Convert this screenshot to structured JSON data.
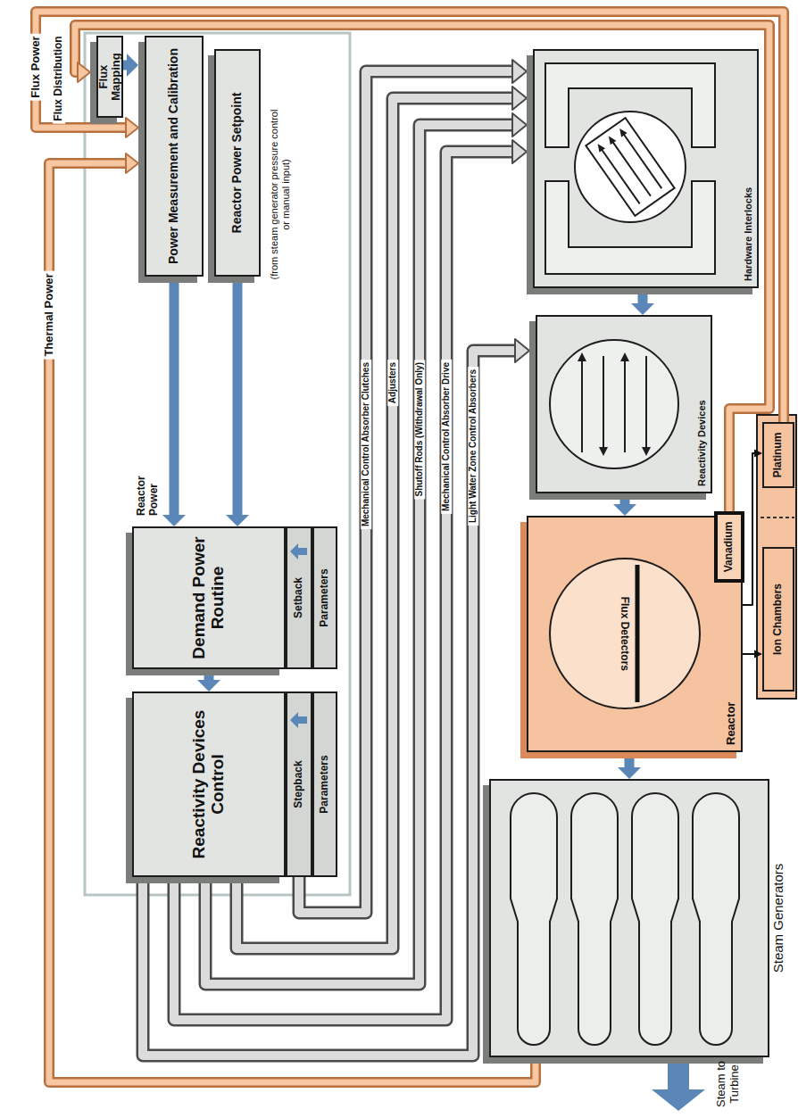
{
  "diagram": {
    "nodes": [
      {
        "text": [
          "Flux Mapping"
        ]
      },
      {
        "text": [
          "Power Measurement and Calibration"
        ]
      },
      {
        "text": [
          "Reactor Power Setpoint"
        ]
      },
      {
        "text": [
          "Demand Power Routine"
        ]
      },
      {
        "text": [
          "Setback"
        ]
      },
      {
        "text": [
          "Parameters"
        ]
      },
      {
        "text": [
          "Reactivity Devices Control"
        ]
      },
      {
        "text": [
          "Stepback"
        ]
      },
      {
        "text": [
          "Parameters"
        ]
      },
      {
        "text": [
          "Hardware Interlocks"
        ]
      },
      {
        "text": [
          "Reactivity Devices"
        ]
      },
      {
        "text": [
          "Reactor"
        ]
      },
      {
        "text": [
          "Flux Detectors"
        ],
        "in": 11
      },
      {
        "text": [
          "Vanadium"
        ]
      },
      {
        "text": [
          "Platinum"
        ]
      },
      {
        "text": [
          "Ion Chambers"
        ]
      },
      {
        "text": [
          "Steam Generators"
        ]
      }
    ],
    "edges": [
      {
        "from": 0,
        "to": 1,
        "arrow": "to"
      },
      {
        "from": 1,
        "to": 3,
        "label": "Reactor Power",
        "arrow": "to"
      },
      {
        "from": 2,
        "to": 3,
        "arrow": "to"
      },
      {
        "from": 3,
        "to": 6,
        "arrow": "to"
      },
      {
        "from": 7,
        "to": 9,
        "label": "Mechanical Control Absorber Clutches",
        "arrow": "to"
      },
      {
        "from": 6,
        "to": 9,
        "label": "Adjusters",
        "arrow": "to"
      },
      {
        "from": 6,
        "to": 9,
        "label": "Shutoff Rods (Withdrawal Only)",
        "arrow": "to"
      },
      {
        "from": 6,
        "to": 9,
        "label": "Mechanical Control Absorber Drive",
        "arrow": "to"
      },
      {
        "from": 6,
        "to": 10,
        "label": "Light Water Zone Control Absorbers",
        "arrow": "to"
      },
      {
        "from": 9,
        "to": 10,
        "arrow": "to"
      },
      {
        "from": 10,
        "to": 11,
        "arrow": "to"
      },
      {
        "from": 11,
        "to": 16,
        "arrow": "to"
      },
      {
        "from": 14,
        "to": 1,
        "label": "Flux Power",
        "arrow": "to"
      },
      {
        "from": 13,
        "to": 0,
        "label": "Flux Distribution",
        "arrow": "to"
      },
      {
        "from": 16,
        "to": 1,
        "label": "Thermal Power",
        "arrow": "to"
      },
      {
        "from": 12,
        "to": 14,
        "arrow": "to"
      },
      {
        "from": 12,
        "to": 13,
        "arrow": "to"
      },
      {
        "from": 12,
        "to": 15,
        "arrow": "to"
      }
    ],
    "labels": [
      "(from steam generator pressure control or manual input)",
      "Steam to Turbine"
    ]
  }
}
